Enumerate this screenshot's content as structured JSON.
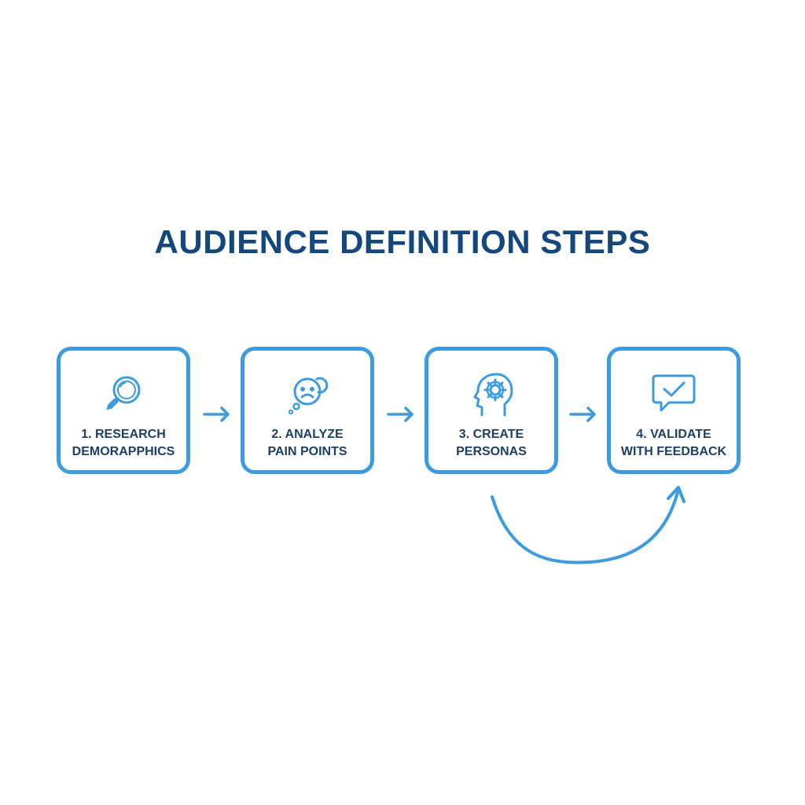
{
  "title": "AUDIENCE DEFINITION STEPS",
  "colors": {
    "title": "#14477e",
    "accent": "#3d9be0",
    "label": "#1d3f66"
  },
  "steps": [
    {
      "line1": "1. RESEARCH",
      "line2": "DEMORAPPHICS",
      "icon": "magnifying-glass-icon"
    },
    {
      "line1": "2. ANALYZE",
      "line2": "PAIN POINTS",
      "icon": "sad-face-thought-icon"
    },
    {
      "line1": "3. CREATE",
      "line2": "PERSONAS",
      "icon": "head-gear-icon"
    },
    {
      "line1": "4. VALIDATE",
      "line2": "WITH FEEDBACK",
      "icon": "chat-check-icon"
    }
  ]
}
